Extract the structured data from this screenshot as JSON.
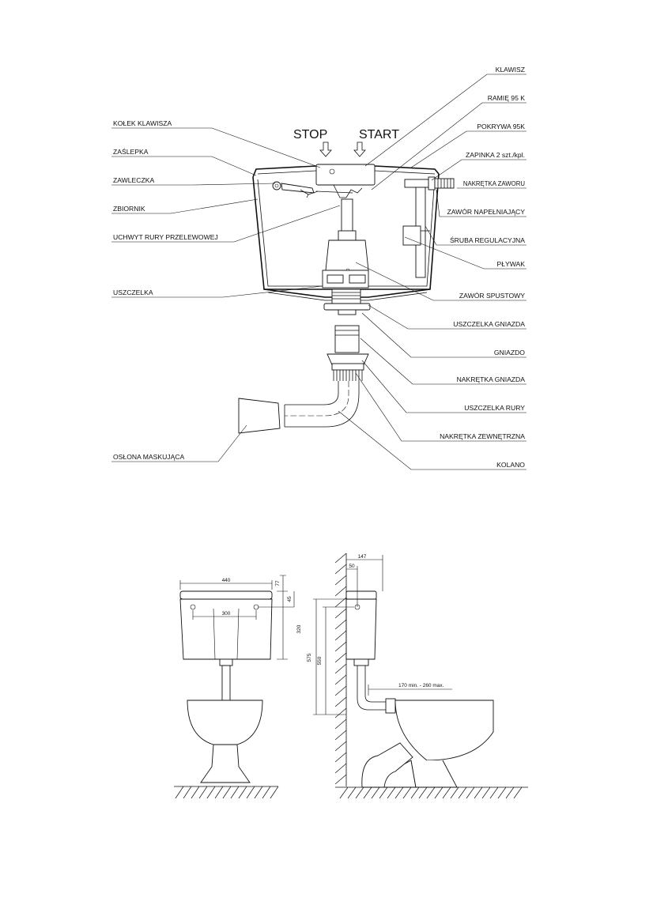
{
  "top_diagram": {
    "arrows": {
      "stop": "STOP",
      "start": "START"
    },
    "labels_left": [
      "KOŁEK KLAWISZA",
      "ZAŚLEPKA",
      "ZAWLECZKA",
      "ZBIORNIK",
      "UCHWYT RURY PRZELEWOWEJ",
      "USZCZELKA",
      "OSŁONA MASKUJĄCA"
    ],
    "labels_right": [
      "KLAWISZ",
      "RAMIĘ 95 K",
      "POKRYWA 95K",
      "ZAPINKA 2 szt./kpl.",
      "NAKRĘTKA ZAWORU",
      "ZAWÓR  NAPEŁNIAJĄCY",
      "ŚRUBA REGULACYJNA",
      "PŁYWAK",
      "ZAWÓR SPUSTOWY",
      "USZCZELKA GNIAZDA",
      "GNIAZDO",
      "NAKRĘTKA GNIAZDA",
      "USZCZELKA RURY",
      "NAKRĘTKA ZEWNĘTRZNA",
      "KOLANO"
    ]
  },
  "front_view": {
    "width_label": "440",
    "holes_label": "300",
    "height_label": "320",
    "top_label": "77",
    "offset_label": "45"
  },
  "side_view": {
    "depth_label": "147",
    "hole_offset_label": "50",
    "height_575": "575",
    "height_550": "550",
    "distance_label": "170 min. - 260 max."
  }
}
